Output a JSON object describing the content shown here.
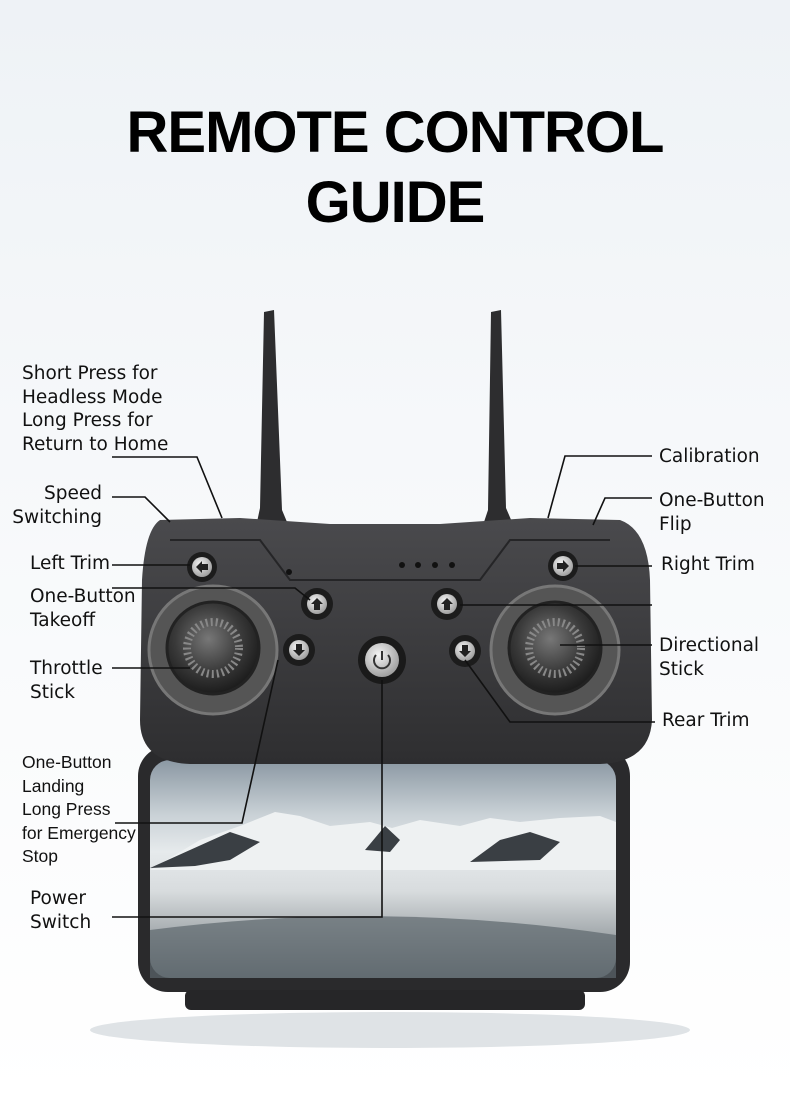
{
  "title": {
    "line1": "REMOTE CONTROL",
    "line2": "GUIDE"
  },
  "labels": {
    "headless": [
      "Short Press for",
      "Headless Mode",
      "Long Press for",
      "Return to Home"
    ],
    "speed": [
      "Speed",
      "Switching"
    ],
    "left_trim": [
      "Left Trim"
    ],
    "takeoff": [
      "One-Button",
      "Takeoff"
    ],
    "throttle": [
      "Throttle",
      "Stick"
    ],
    "landing": [
      "One-Button",
      "Landing",
      "Long Press",
      "for Emergency",
      "Stop"
    ],
    "power": [
      "Power",
      "Switch"
    ],
    "calibration": [
      "Calibration"
    ],
    "flip": [
      "One-Button",
      "Flip"
    ],
    "right_trim": [
      "Right Trim"
    ],
    "directional": [
      "Directional",
      "Stick"
    ],
    "rear_trim": [
      "Rear Trim"
    ]
  },
  "colors": {
    "body": "#3b3b3d",
    "accent_line": "#111111",
    "button_face": "#e8e8e8"
  }
}
